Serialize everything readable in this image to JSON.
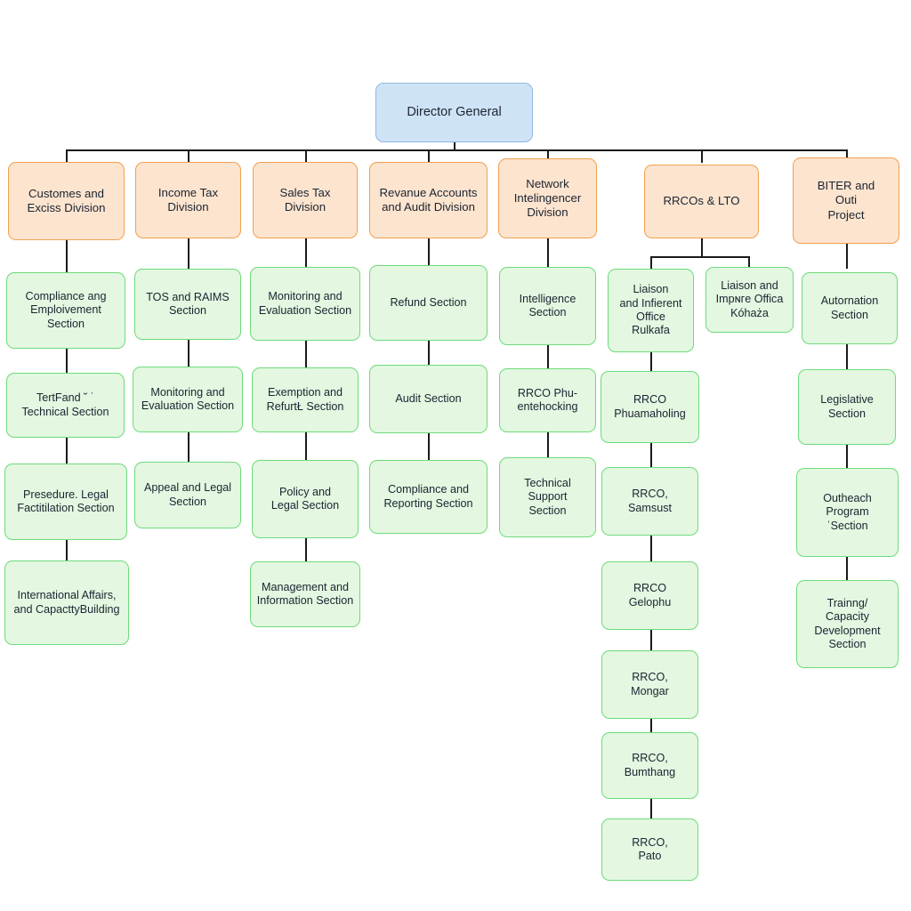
{
  "chart": {
    "title": "Organizational Structure Chart",
    "type": "org-chart",
    "colors": {
      "root_fill": "#cfe3f7",
      "root_border": "#8fb9e0",
      "division_fill": "#fde4cf",
      "division_border": "#f0a050",
      "section_fill": "#e3f7e1",
      "section_border": "#6fdb7a",
      "connector": "#1a1a1a",
      "background": "#ffffff"
    }
  },
  "root": {
    "label": "Director General"
  },
  "divisions": [
    {
      "label": "Customes and\nExciss Division"
    },
    {
      "label": "Income Tax\nDivision"
    },
    {
      "label": "Sales Tax\nDivision"
    },
    {
      "label": "Revanue Accounts\nand Audit Division"
    },
    {
      "label": "Network\nIntelingencer\nDivision"
    },
    {
      "label": "RRCOs & LTO"
    },
    {
      "label": "BITER and\nOuti\nProject"
    }
  ],
  "columns": [
    {
      "parent": "Customes and Exciss Division",
      "sections": [
        {
          "label": "Compliance  ang\nEmploivement\nSection"
        },
        {
          "label": "TertFand     ˘ ˙\nTechnical Section"
        },
        {
          "label": "Presedure. Legal\nFactitilation Section"
        },
        {
          "label": "International Affairs,\nand CapacttyBuilding"
        }
      ]
    },
    {
      "parent": "Income Tax Division",
      "sections": [
        {
          "label": "TOS and RAIMS\nSection"
        },
        {
          "label": "Monitoring and\nEvaluation Section"
        },
        {
          "label": "Appeal and Legal\nSection"
        }
      ]
    },
    {
      "parent": "Sales Tax Division",
      "sections": [
        {
          "label": "Monitoring and\nEvaluation Section"
        },
        {
          "label": "Exemption and\nRefurtŁ Section"
        },
        {
          "label": "Policy and\nLegal Section"
        },
        {
          "label": "Management and\nInformation Section"
        }
      ]
    },
    {
      "parent": "Revanue Accounts and Audit Division",
      "sections": [
        {
          "label": "Refund Section"
        },
        {
          "label": "Audit Section"
        },
        {
          "label": "Compliance and\nReporting Section"
        }
      ]
    },
    {
      "parent": "Network Intelingencer Division",
      "sections": [
        {
          "label": "Intelligence\nSection"
        },
        {
          "label": "RRCO Phu-\nentehocking"
        },
        {
          "label": "Technical\nSupport\nSection"
        }
      ]
    },
    {
      "parent": "RRCOs & LTO",
      "sections": [
        {
          "label": "Liaison\nand Inﬁerent\nOffice\nRulkafa"
        },
        {
          "label": "Liaison and\nImpɴгe Offica\nKóhaża"
        },
        {
          "label": "RRCO\nPhuamaholing"
        },
        {
          "label": "RRCO,\nSamsust"
        },
        {
          "label": "RRCO\nGelophu"
        },
        {
          "label": "RRCO,\nMongar"
        },
        {
          "label": "RRCO,\nBumthang"
        },
        {
          "label": "RRCO,\nPato"
        }
      ]
    },
    {
      "parent": "BITER and Outi Project",
      "sections": [
        {
          "label": "Autornation\nSection"
        },
        {
          "label": "Legislative\nSection"
        },
        {
          "label": "Outheach\nProgram\nˈSection"
        },
        {
          "label": "Trainng/\nCapacity\nDevelopment\nSection"
        }
      ]
    }
  ]
}
